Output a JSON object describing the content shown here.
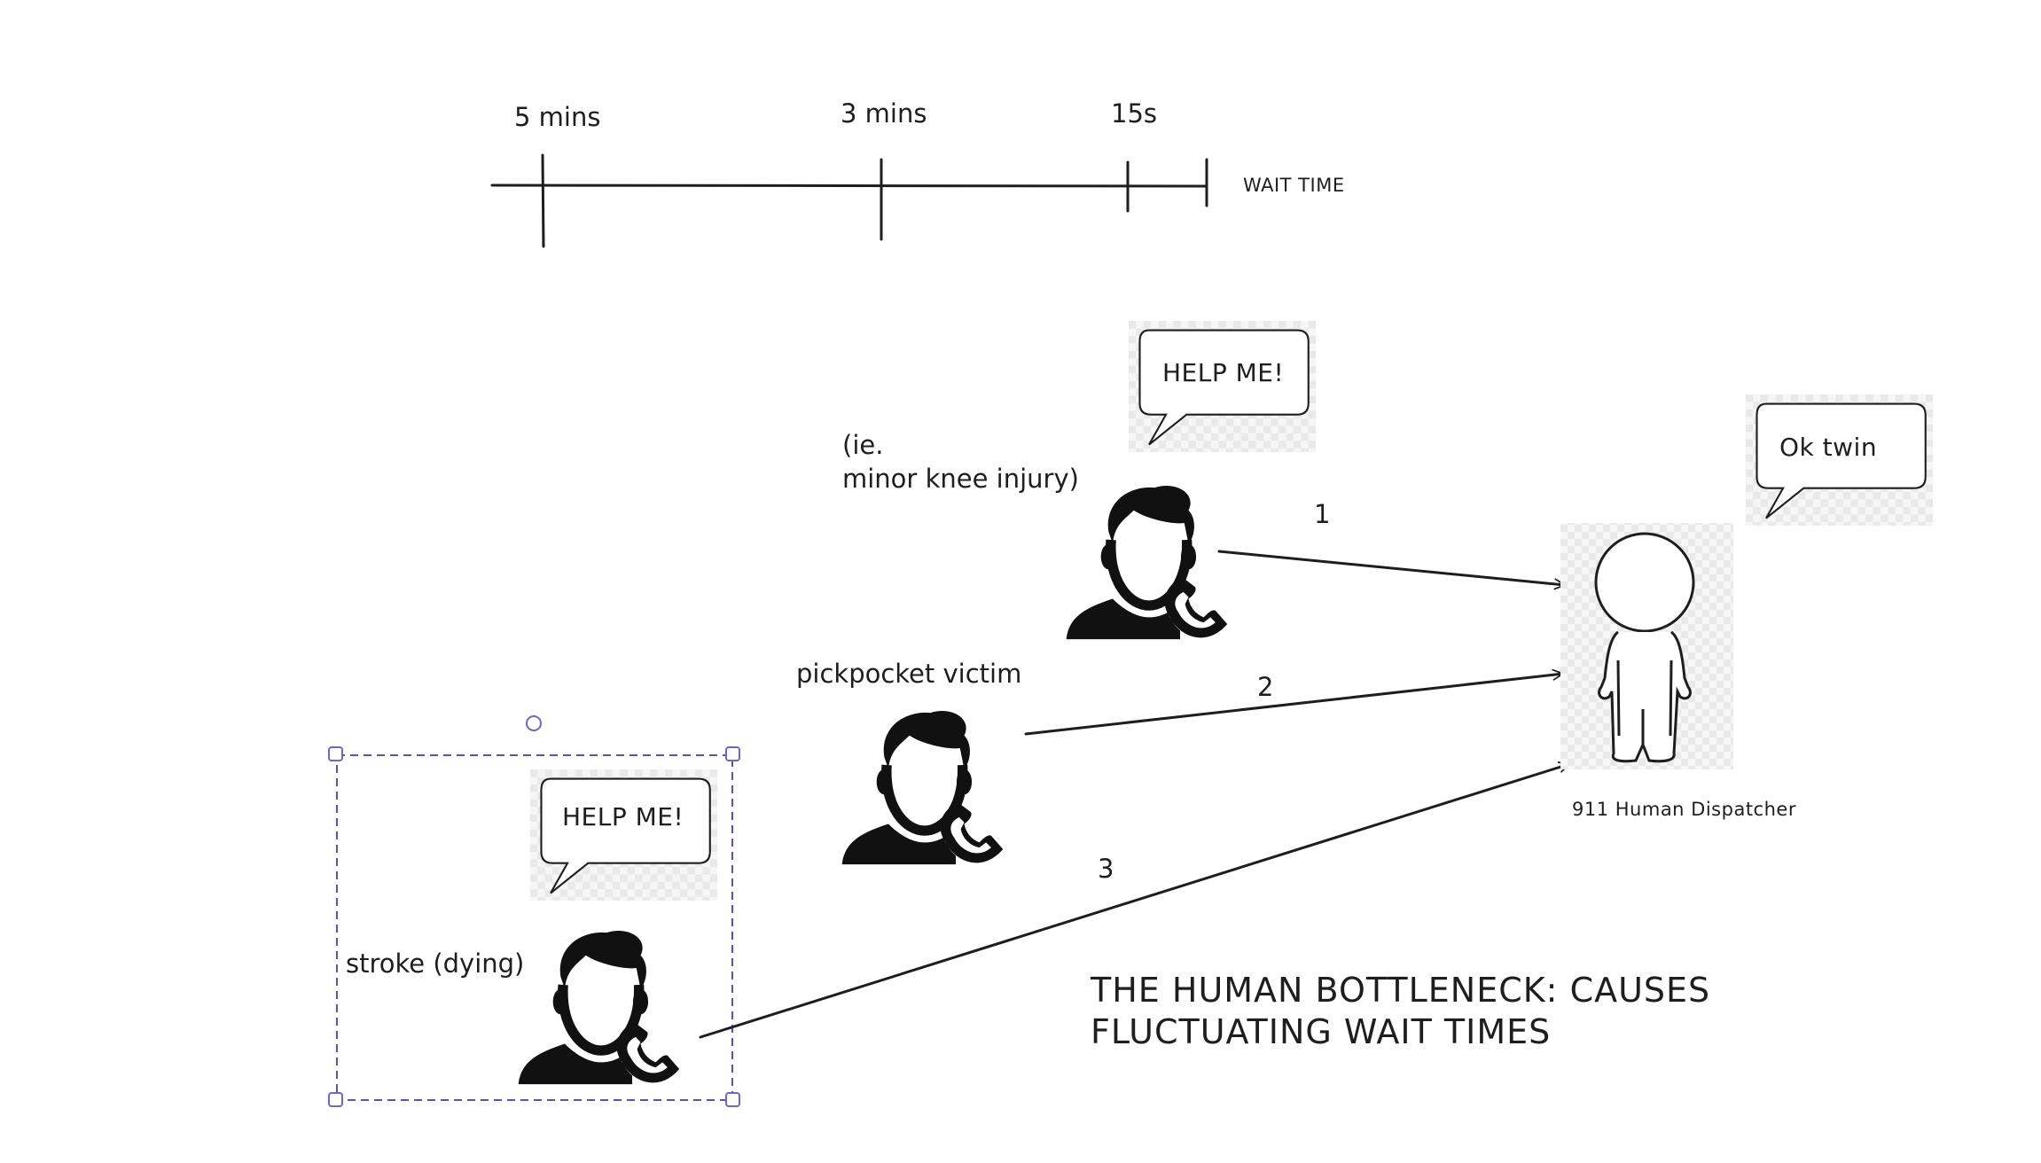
{
  "timeline": {
    "ticks": [
      {
        "label": "5 mins"
      },
      {
        "label": "3 mins"
      },
      {
        "label": "15s"
      }
    ],
    "axis_label": "WAIT TIME"
  },
  "callers": [
    {
      "name": "minor knee injury caller",
      "label_line1": "(ie.",
      "label_line2": "minor knee injury)",
      "bubble": "HELP ME!",
      "arrow_number": "1"
    },
    {
      "name": "pickpocket victim caller",
      "label_line1": "pickpocket victim",
      "arrow_number": "2"
    },
    {
      "name": "stroke caller",
      "label_line1": "stroke (dying)",
      "bubble": "HELP ME!",
      "arrow_number": "3"
    }
  ],
  "dispatcher": {
    "label": "911 Human Dispatcher",
    "bubble": "Ok twin"
  },
  "title": {
    "line1": "THE HUMAN BOTTLENECK: CAUSES",
    "line2": "FLUCTUATING WAIT TIMES"
  },
  "colors": {
    "ink": "#1e1e1e",
    "selection": "#5b4fc9",
    "checker": "#e8e8e8"
  }
}
